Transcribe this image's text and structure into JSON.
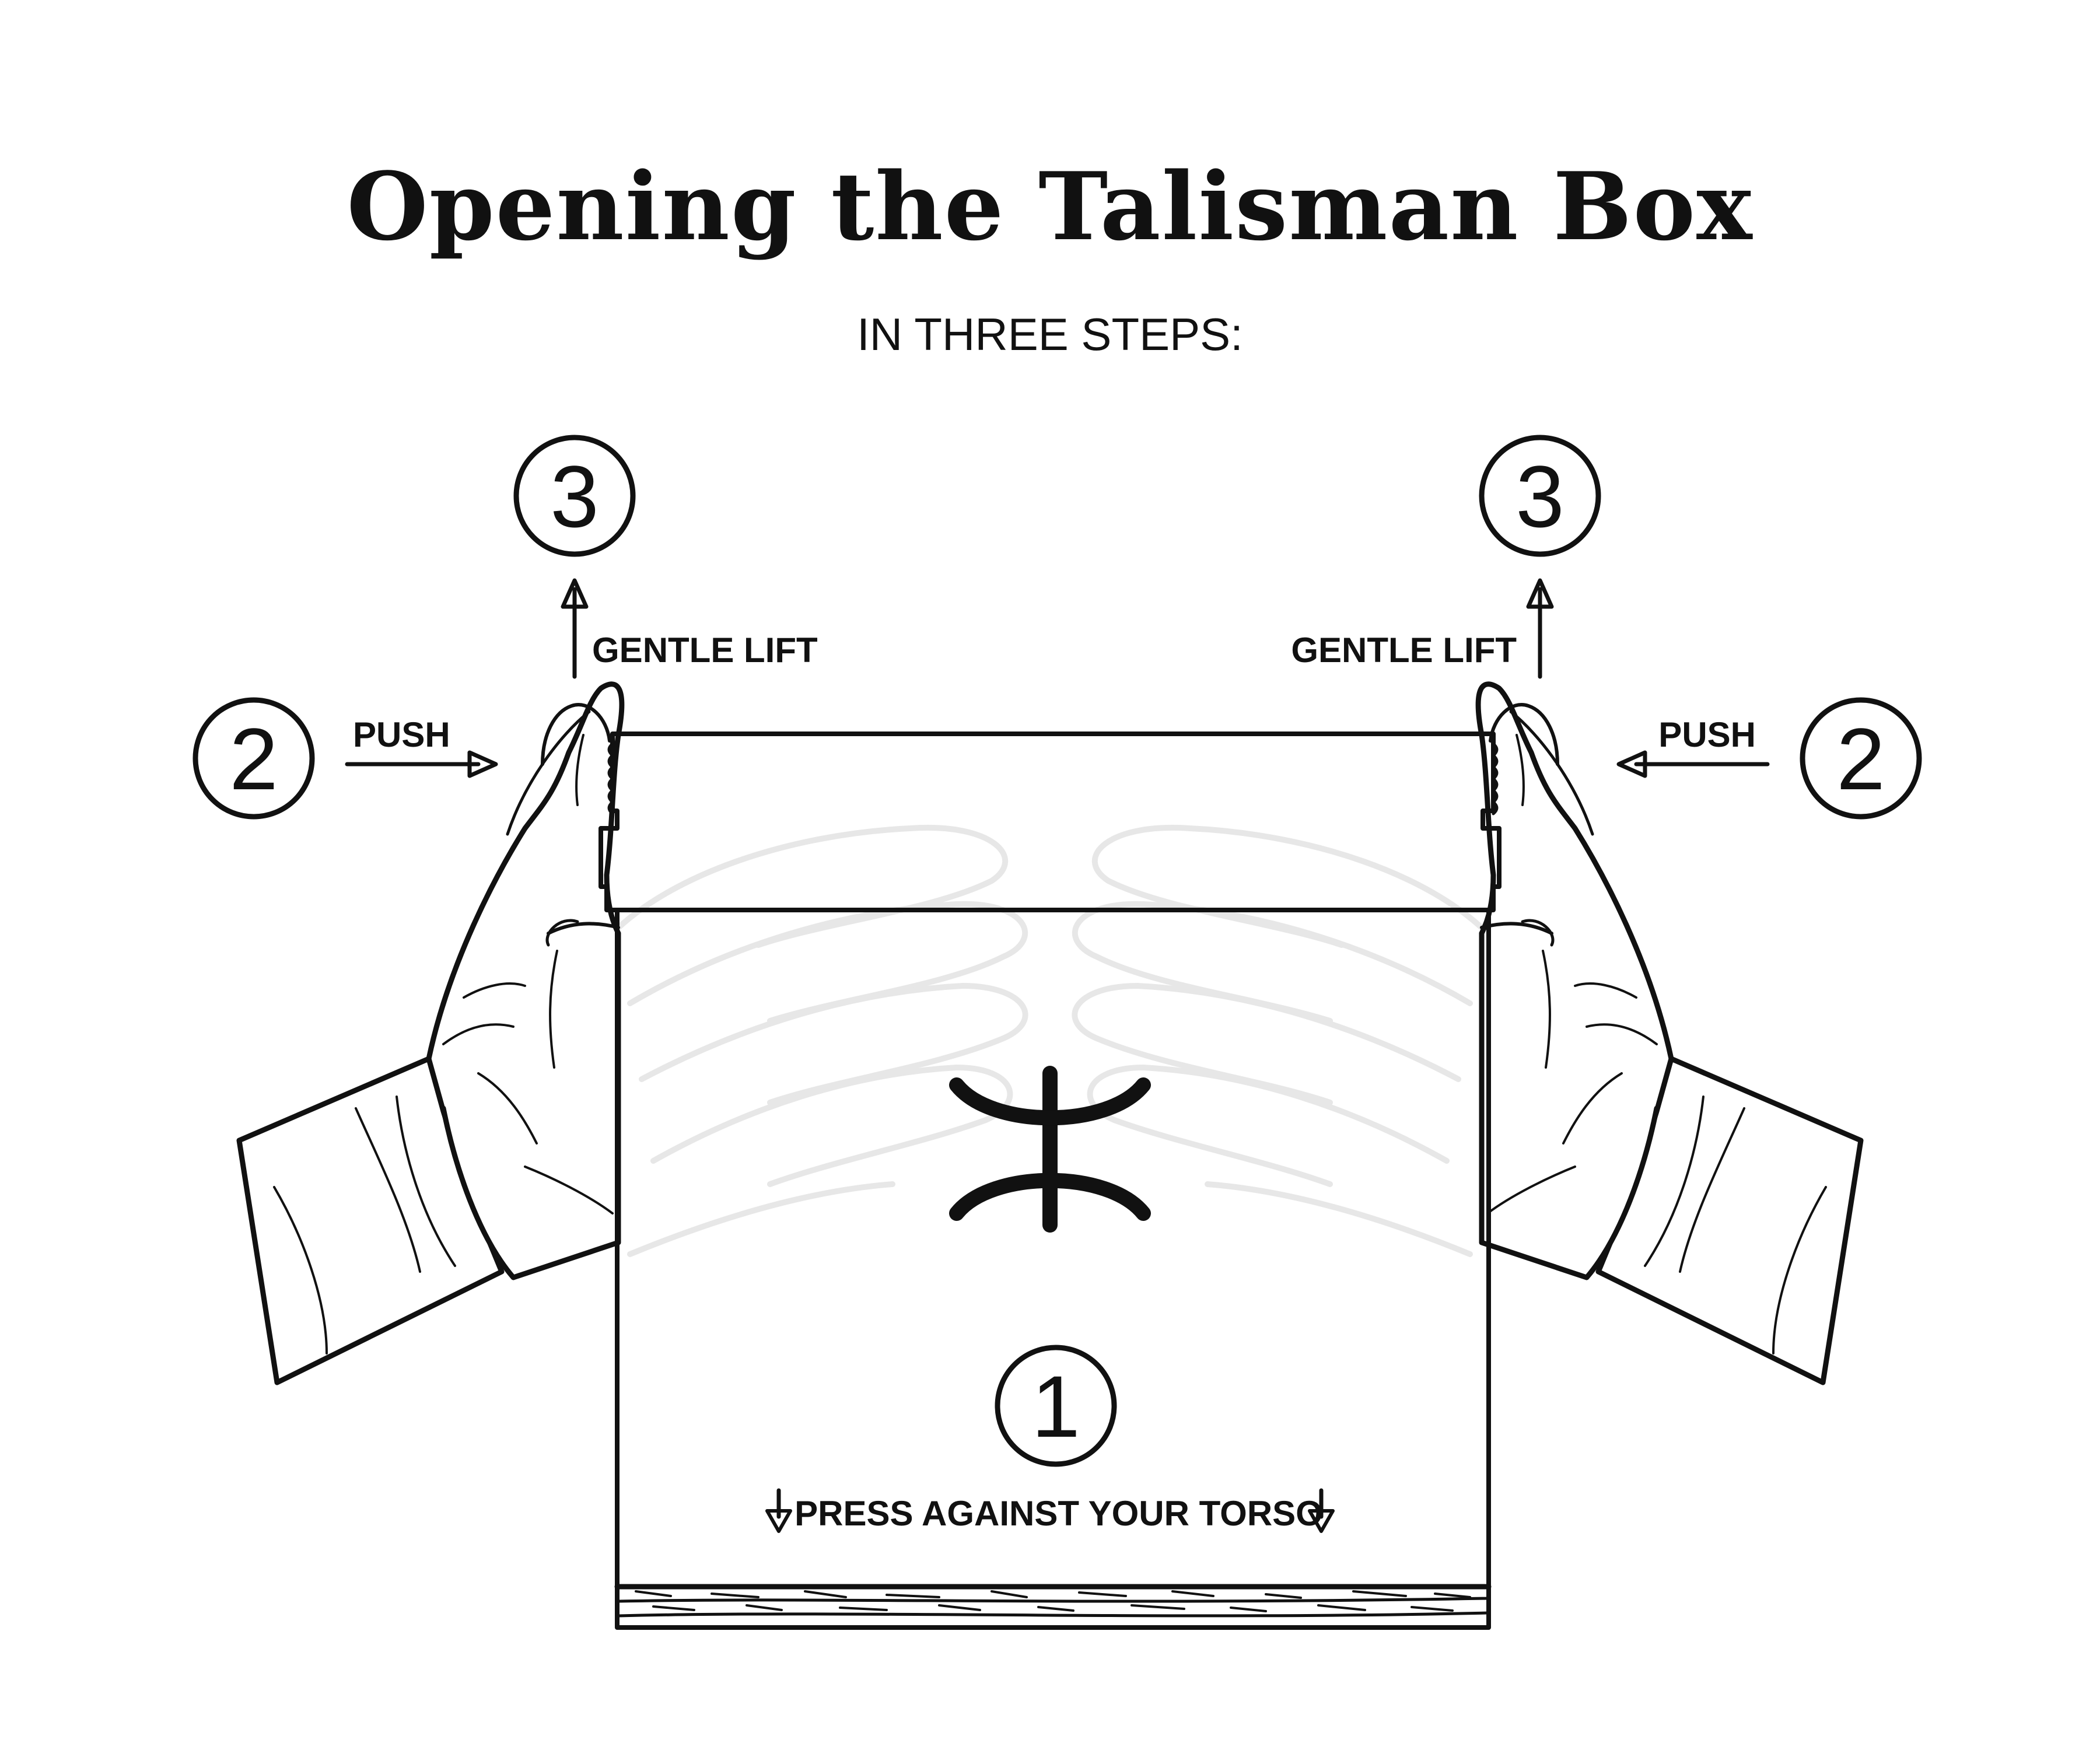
{
  "title": "Opening the Talisman Box",
  "subtitle": "IN THREE STEPS:",
  "steps": {
    "one": {
      "number": "1",
      "label": "PRESS AGAINST YOUR TORSO"
    },
    "two": {
      "number": "2",
      "label": "PUSH"
    },
    "three": {
      "number": "3",
      "label": "GENTLE LIFT"
    }
  },
  "symbol": "talisman-symbol",
  "colors": {
    "ink": "#111111",
    "background": "#ffffff",
    "ghost_hands": "#e7e7e7"
  }
}
